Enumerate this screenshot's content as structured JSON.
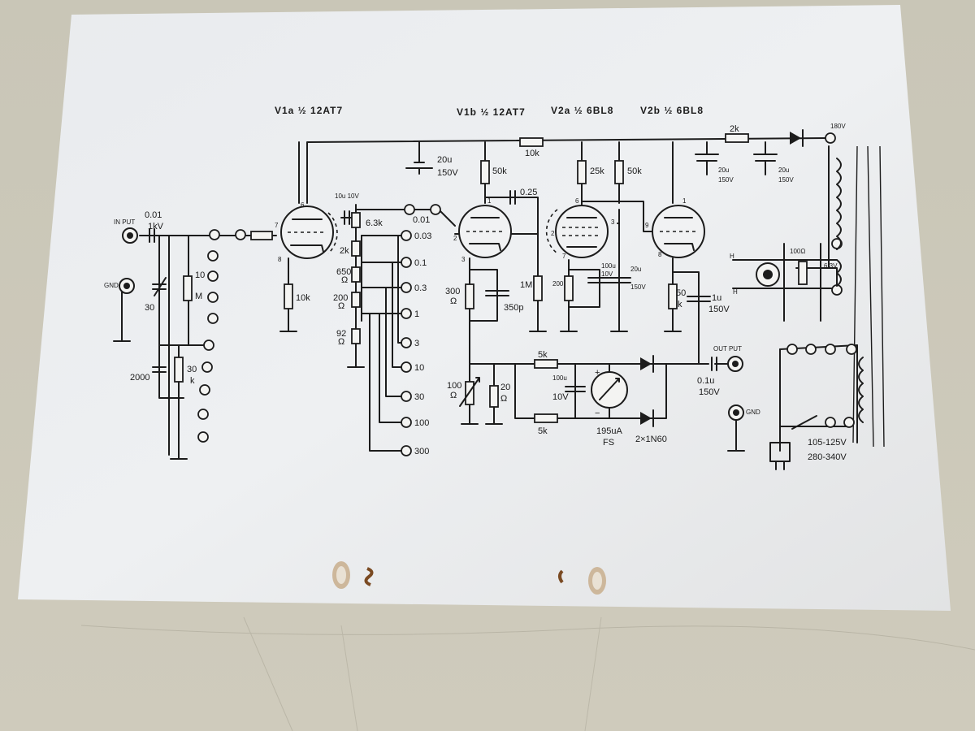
{
  "tubes": {
    "v1a": "V1a ½ 12AT7",
    "v1b": "V1b ½ 12AT7",
    "v2a": "V2a ½ 6BL8",
    "v2b": "V2b ½ 6BL8"
  },
  "input": {
    "label": "IN PUT",
    "gnd": "GND",
    "cap": "0.01",
    "cap_v": "1kV"
  },
  "attenuator": {
    "trim": "30",
    "res_top": "10",
    "res_top_unit": "M",
    "cap_low": "2000",
    "res_low": "30",
    "res_low_unit": "k"
  },
  "stage1": {
    "pin_grid": "7",
    "pin_plate": "6",
    "pin_cath": "8",
    "cathode_res": "10k"
  },
  "supply": {
    "cap1": "20u",
    "cap1_v": "150V",
    "r1": "10k",
    "r2": "2k",
    "cap2": "20u",
    "cap2_v": "150V",
    "cap3": "20u",
    "cap3_v": "150V",
    "hv": "180V"
  },
  "range": {
    "coupling": "10u 10V",
    "ladder": [
      "6.3k",
      "2k",
      "650",
      "200",
      "92"
    ],
    "ohm": "Ω",
    "positions": [
      "0.01",
      "0.03",
      "0.1",
      "0.3",
      "1",
      "3",
      "10",
      "30",
      "100",
      "300"
    ]
  },
  "stage2": {
    "plate_res": "50k",
    "coupling": "0.25",
    "grid_res": "1M",
    "cath_res": "300",
    "cath_cap": "350p",
    "pin_plate": "1",
    "pin_grid": "2",
    "pin_cath": "3"
  },
  "stage3": {
    "plate_res": "25k",
    "screen_res": "50k",
    "cath_res": "200",
    "cath_cap": "100u",
    "cath_cap_v": "10V",
    "screen_cap": "20u",
    "screen_cap_v": "150V",
    "pins": [
      "6",
      "2",
      "7",
      "3"
    ]
  },
  "stage4": {
    "cath_res": "50",
    "cath_res_unit": "k",
    "pins": [
      "1",
      "9",
      "8"
    ],
    "out_cap": "1u",
    "out_cap_v": "150V"
  },
  "meter": {
    "fb_res1": "5k",
    "fb_res2": "5k",
    "cap": "100u",
    "cap_v": "10V",
    "scale": "195uA",
    "fs": "FS",
    "diodes": "2×1N60",
    "plus": "+",
    "minus": "−",
    "trim": "100",
    "fixed": "20"
  },
  "output": {
    "label": "OUT PUT",
    "cap": "0.1u",
    "cap_v": "150V",
    "gnd": "GND"
  },
  "power": {
    "heater_res": "100Ω",
    "heater_v": "6.3V",
    "h1": "H",
    "h2": "H",
    "mains": "105-125V",
    "mains2": "280-340V"
  }
}
